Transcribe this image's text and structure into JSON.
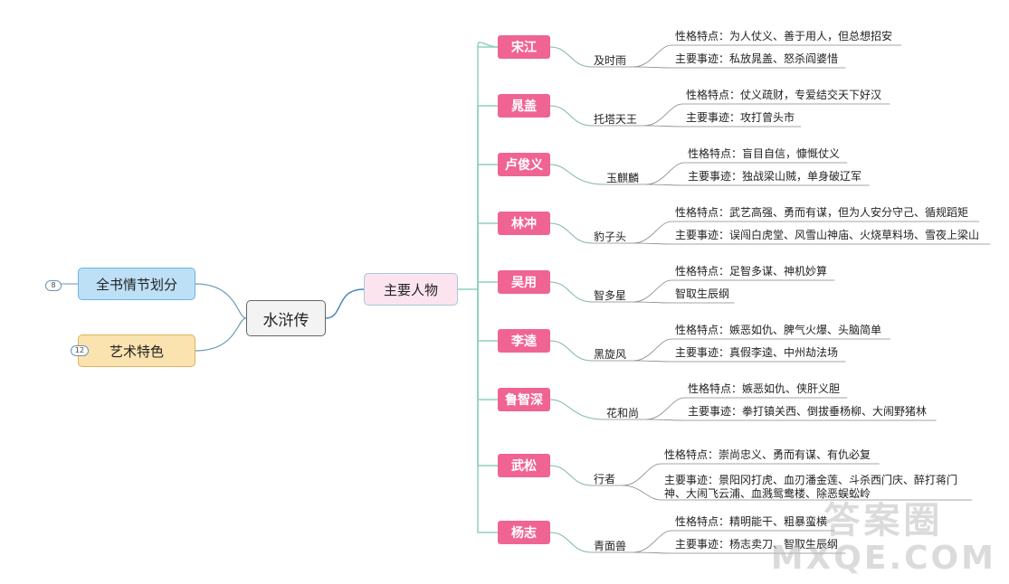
{
  "center": "水浒传",
  "left_branches": [
    {
      "label": "全书情节划分",
      "count": "8"
    },
    {
      "label": "艺术特色",
      "count": "12"
    }
  ],
  "main_branch": "主要人物",
  "characters": [
    {
      "name": "宋江",
      "nickname": "及时雨",
      "details": [
        "性格特点：为人仗义、善于用人，但总想招安",
        "主要事迹：私放晁盖、怒杀阎婆惜"
      ]
    },
    {
      "name": "晁盖",
      "nickname": "托塔天王",
      "details": [
        "性格特点：仗义疏财，专爱结交天下好汉",
        "主要事迹：攻打曾头市"
      ]
    },
    {
      "name": "卢俊义",
      "nickname": "玉麒麟",
      "details": [
        "性格特点：盲目自信，慷慨仗义",
        "主要事迹：独战梁山贼，单身破辽军"
      ]
    },
    {
      "name": "林冲",
      "nickname": "豹子头",
      "details": [
        "性格特点：武艺高强、勇而有谋，但为人安分守己、循规蹈矩",
        "主要事迹：误闯白虎堂、风雪山神庙、火烧草料场、雪夜上梁山"
      ]
    },
    {
      "name": "吴用",
      "nickname": "智多星",
      "details": [
        "性格特点：足智多谋、神机妙算",
        "智取生辰纲"
      ]
    },
    {
      "name": "李逵",
      "nickname": "黑旋风",
      "details": [
        "性格特点：嫉恶如仇、脾气火爆、头脑简单",
        "主要事迹：真假李逵、中州劫法场"
      ]
    },
    {
      "name": "鲁智深",
      "nickname": "花和尚",
      "details": [
        "性格特点：嫉恶如仇、侠肝义胆",
        "主要事迹：拳打镇关西、倒拔垂杨柳、大闹野猪林"
      ]
    },
    {
      "name": "武松",
      "nickname": "行者",
      "details": [
        "性格特点：崇尚忠义、勇而有谋、有仇必复",
        "主要事迹：景阳冈打虎、血刃潘金莲、斗杀西门庆、醉打蒋门神、大闹飞云浦、血溅鸳鸯楼、除恶蜈蚣岭"
      ]
    },
    {
      "name": "杨志",
      "nickname": "青面兽",
      "details": [
        "性格特点：精明能干、粗暴蛮横",
        "主要事迹：杨志卖刀、智取生辰纲"
      ]
    }
  ],
  "watermark": {
    "line1": "答案圈",
    "line2": "MXQE.COM"
  }
}
